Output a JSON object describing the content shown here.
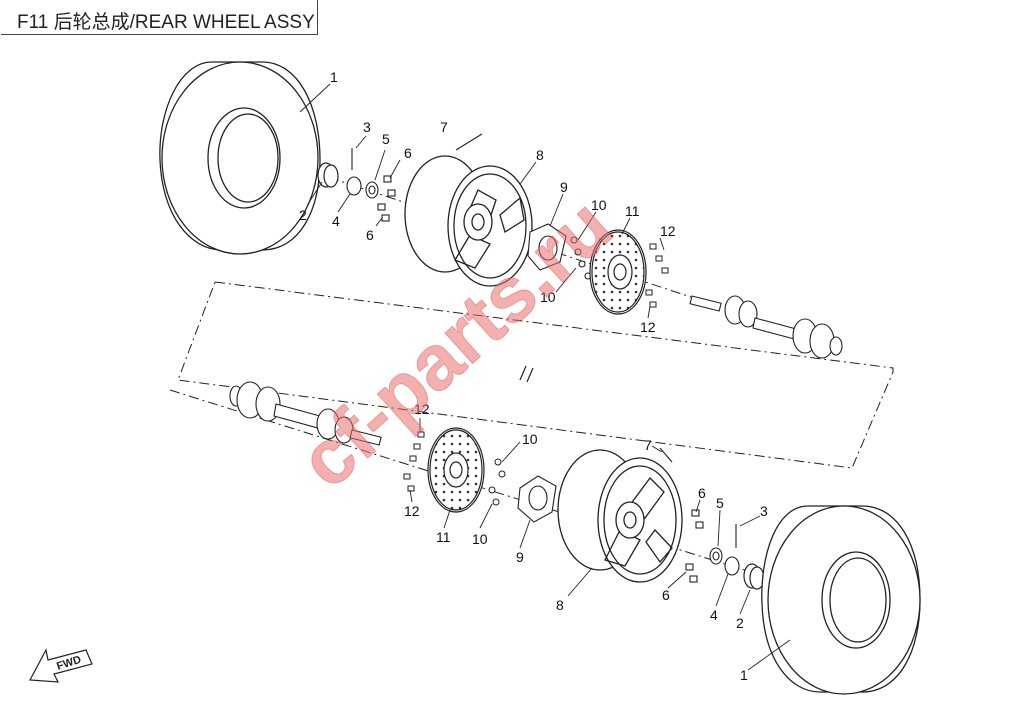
{
  "header": {
    "title": "F11 后轮总成/REAR WHEEL ASSY"
  },
  "watermark": {
    "text": "cf-parts.ru",
    "color": "#e86a6a"
  },
  "fwd_label": "FWD",
  "callouts": {
    "c1": "1",
    "c2": "2",
    "c3": "3",
    "c4": "4",
    "c5": "5",
    "c6": "6",
    "c7": "7",
    "c8": "8",
    "c9": "9",
    "c10": "10",
    "c11": "11",
    "c12": "12"
  },
  "icons": {
    "forward_arrow": "fwd-arrow-icon"
  }
}
